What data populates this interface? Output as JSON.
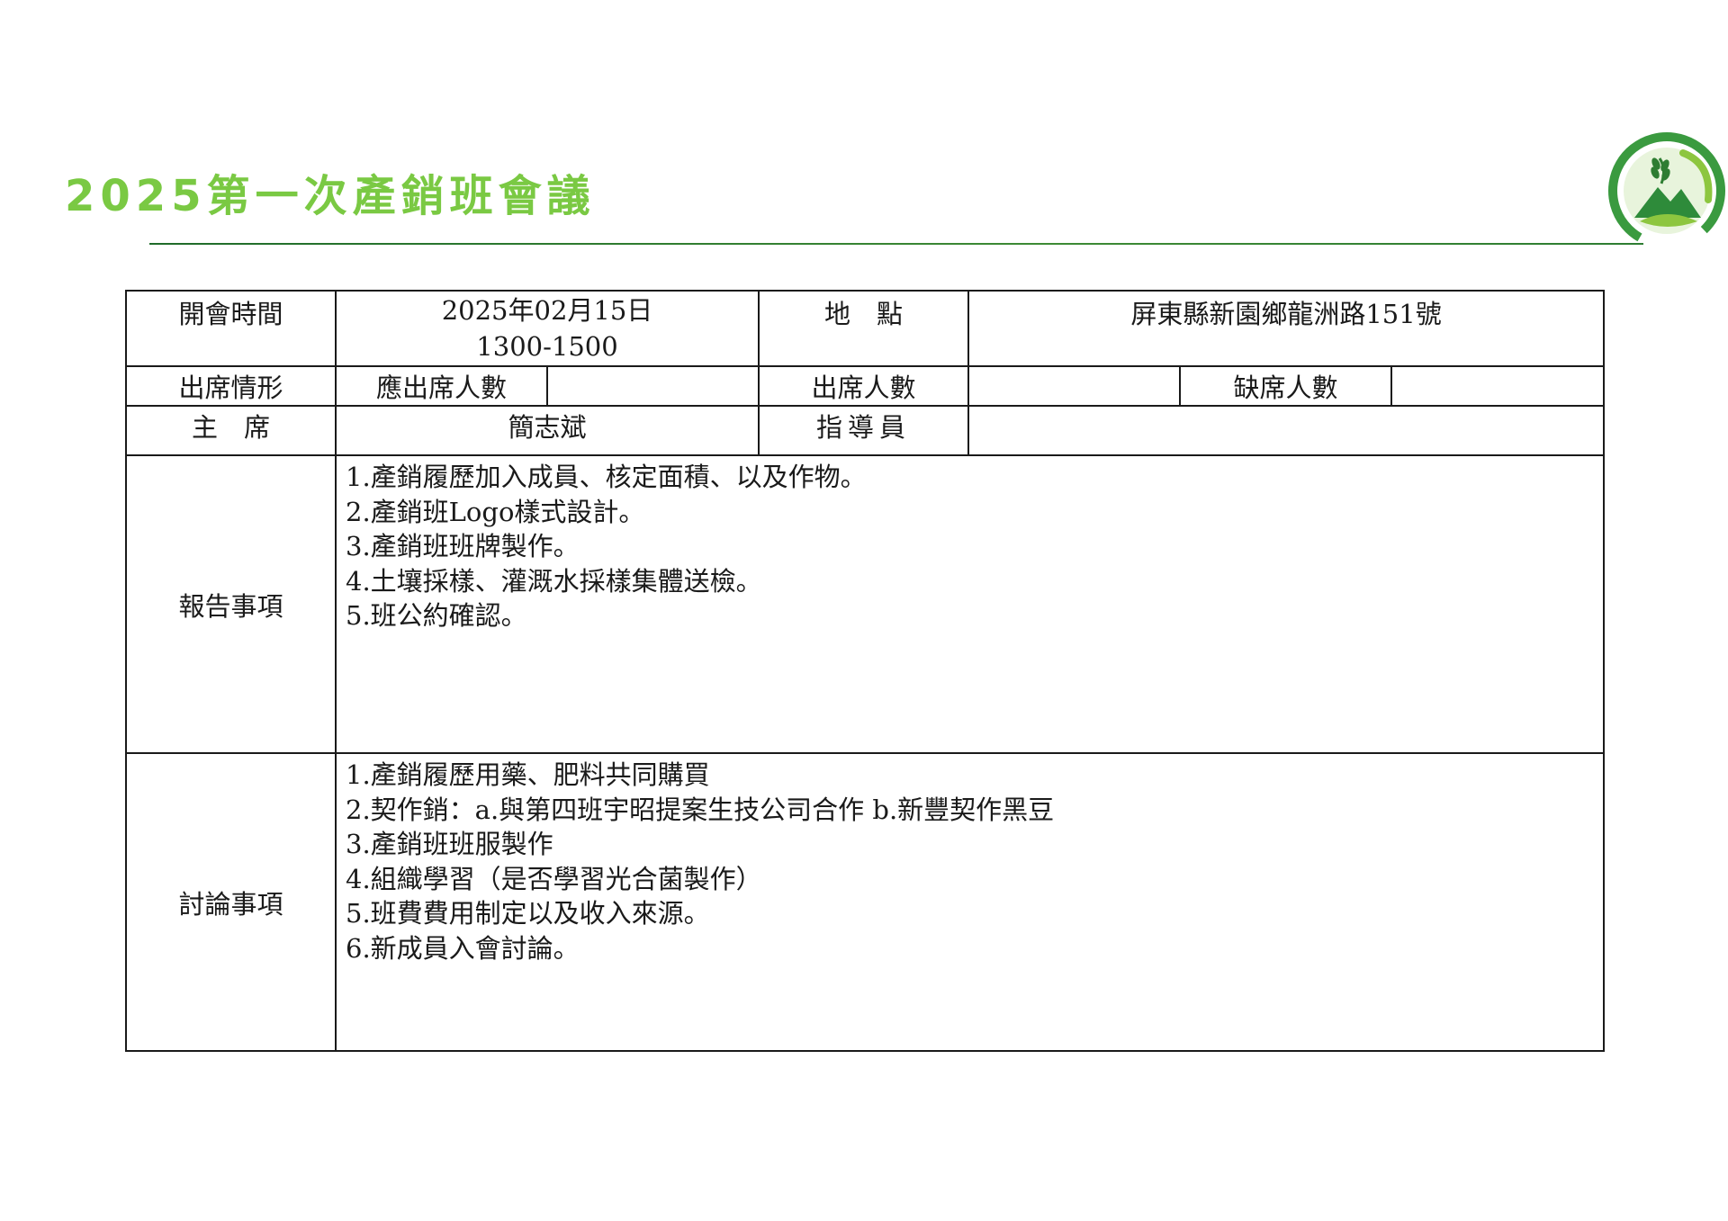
{
  "header": {
    "title": "2025第一次產銷班會議"
  },
  "table": {
    "meeting_time_label": "開會時間",
    "meeting_date": "2025年02月15日",
    "meeting_hours": "1300-1500",
    "location_label": "地　點",
    "location_value": "屏東縣新園鄉龍洲路151號",
    "attendance_label": "出席情形",
    "expected_attendance_label": "應出席人數",
    "expected_attendance_value": "",
    "attendance_count_label": "出席人數",
    "attendance_count_value": "",
    "absence_count_label": "缺席人數",
    "absence_count_value": "",
    "chair_label": "主　席",
    "chair_value": "簡志斌",
    "advisor_label": "指導員",
    "advisor_value": "",
    "report_label": "報告事項",
    "report_items": [
      "1.產銷履歷加入成員、核定面積、以及作物。",
      "2.產銷班Logo樣式設計。",
      "3.產銷班班牌製作。",
      "4.土壤採樣、灌溉水採樣集體送檢。",
      "5.班公約確認。"
    ],
    "discussion_label": "討論事項",
    "discussion_items": [
      "1.產銷履歷用藥、肥料共同購買",
      "2.契作銷：a.與第四班宇昭提案生技公司合作 b.新豐契作黑豆",
      "3.產銷班班服製作",
      "4.組織學習（是否學習光合菌製作）",
      "5.班費費用制定以及收入來源。",
      "6.新成員入會討論。"
    ]
  },
  "colors": {
    "title_green": "#7ac943",
    "rule_green": "#2e7d32",
    "logo_dark_green": "#2e8b3a",
    "logo_light_green": "#8dc63f"
  },
  "icons": {
    "logo": "farm-wheat-mountain-logo"
  }
}
